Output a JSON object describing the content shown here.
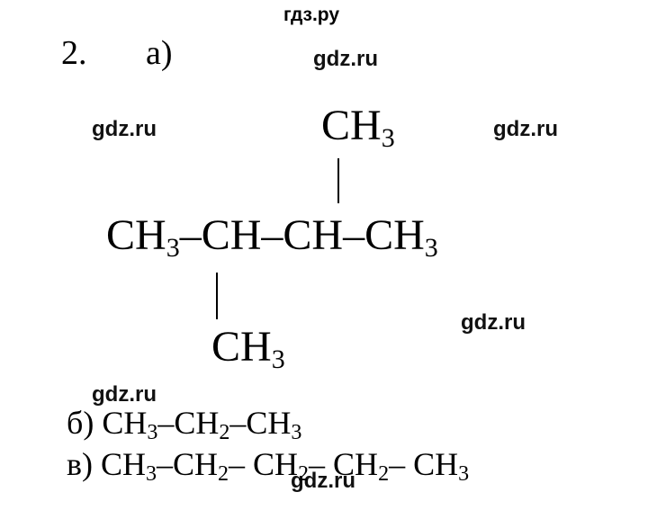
{
  "watermarks": {
    "top": "гдз.ру",
    "wm1": "gdz.ru",
    "wm2": "gdz.ru",
    "wm3": "gdz.ru",
    "wm4": "gdz.ru",
    "wm5": "gdz.ru",
    "wm6": "gdz.ru"
  },
  "task": {
    "number": "2.",
    "part_a_label": "а)",
    "part_b_label": "б)",
    "part_v_label": "в)"
  },
  "structure_a": {
    "top_group": {
      "base": "CH",
      "sub": "3"
    },
    "main_chain": [
      {
        "base": "CH",
        "sub": "3"
      },
      {
        "base": "–"
      },
      {
        "base": "CH"
      },
      {
        "base": "–"
      },
      {
        "base": "CH"
      },
      {
        "base": "–"
      },
      {
        "base": "CH",
        "sub": "3"
      }
    ],
    "bottom_group": {
      "base": "CH",
      "sub": "3"
    }
  },
  "formula_b": [
    {
      "base": "CH",
      "sub": "3"
    },
    {
      "base": "–CH",
      "sub": "2"
    },
    {
      "base": "–CH",
      "sub": "3"
    }
  ],
  "formula_v": [
    {
      "base": "CH",
      "sub": "3"
    },
    {
      "base": "–CH",
      "sub": "2"
    },
    {
      "base": "– CH",
      "sub": "2"
    },
    {
      "base": "– CH",
      "sub": "2"
    },
    {
      "base": "– CH",
      "sub": "3"
    }
  ]
}
